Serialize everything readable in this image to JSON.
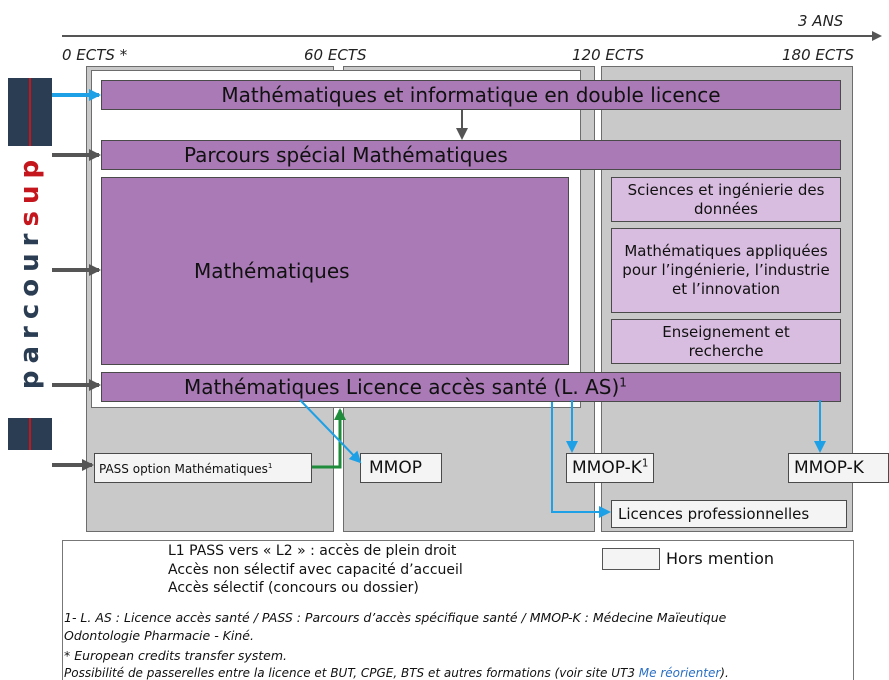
{
  "header": {
    "duration": "3 ANS"
  },
  "ects_labels": [
    "0 ECTS *",
    "60 ECTS",
    "120 ECTS",
    "180 ECTS"
  ],
  "parcoursup": {
    "letters": [
      "p",
      "a",
      "r",
      "c",
      "o",
      "u",
      "r",
      "s",
      "u",
      "p"
    ],
    "accent_color": "#c4161c",
    "band_color": "#2b3d52"
  },
  "colors": {
    "purple": "#a97ab5",
    "light_purple": "#d9bde0",
    "grey_column": "#c9c9c9",
    "green_arrow": "#1e8c3a",
    "grey_arrow": "#555555",
    "blue_arrow": "#1ea0e6"
  },
  "bars": {
    "double_licence": "Mathématiques et informatique en double licence",
    "parcours_special": "Parcours spécial Mathématiques",
    "mathematiques": "Mathématiques",
    "las": "Mathématiques Licence accès santé (L. AS)",
    "las_sup": "1"
  },
  "l3_boxes": {
    "sid": "Sciences et ingénierie des données",
    "maths_appliquees": "Mathématiques appliquées pour l’ingénierie, l’industrie et l’innovation",
    "enseignement": "Enseignement et recherche"
  },
  "outcomes": {
    "pass": "PASS option Mathématiques",
    "pass_sup": "1",
    "mmop": "MMOP",
    "mmopk_1": "MMOP-K",
    "mmopk_1_sup": "1",
    "mmopk_2": "MMOP-K",
    "licences_pro": "Licences professionnelles"
  },
  "legend": {
    "green": "L1 PASS vers « L2 » : accès de plein droit",
    "grey": "Accès non sélectif avec capacité d’accueil",
    "blue": "Accès sélectif (concours ou dossier)",
    "hors_mention": "Hors mention"
  },
  "notes": {
    "line1": "1- L. AS : Licence accès santé / PASS : Parcours d’accès spécifique santé / MMOP-K : Médecine Maïeutique",
    "line2": "Odontologie Pharmacie - Kiné.",
    "line3": "* European credits transfer system.",
    "line4_prefix": "Possibilité de passerelles entre la licence et BUT, CPGE, BTS et autres formations (voir site UT3 ",
    "line4_link": "Me réorienter",
    "line4_suffix": ")."
  }
}
